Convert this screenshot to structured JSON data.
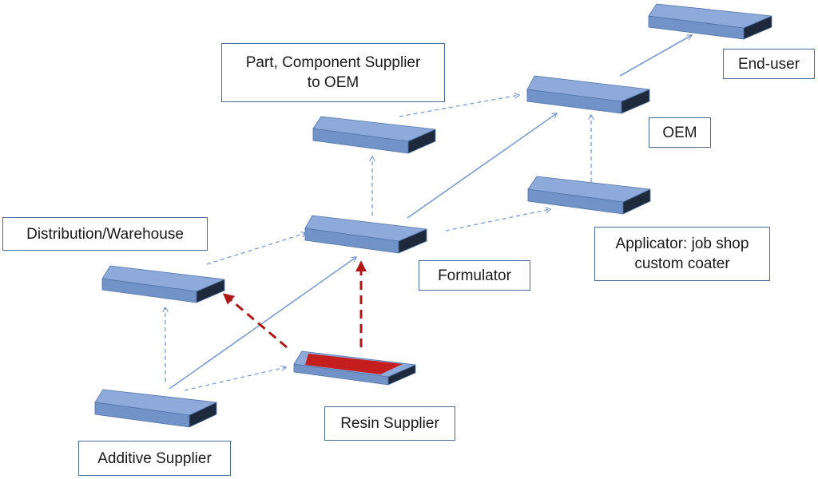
{
  "title": "",
  "colors": {
    "slab_top": "#8EAADB",
    "slab_front": "#7293C8",
    "slab_side": "#1E2A3C",
    "slab_edge": "#4F73A8",
    "resin_top": "#C41E1E",
    "arrow_solid": "#7C9BD0",
    "arrow_dashed": "#7C9BD0",
    "arrow_red": "#B01818",
    "label_border": "#4A6B9A"
  },
  "nodes": [
    {
      "id": "additive",
      "label": "Additive Supplier",
      "highlight": false
    },
    {
      "id": "resin",
      "label": "Resin Supplier",
      "highlight": true
    },
    {
      "id": "distribution",
      "label": "Distribution/Warehouse",
      "highlight": false
    },
    {
      "id": "formulator",
      "label": "Formulator",
      "highlight": false
    },
    {
      "id": "part",
      "label": "Part, Component Supplier\nto OEM",
      "highlight": false
    },
    {
      "id": "applicator",
      "label": "Applicator: job shop\ncustom coater",
      "highlight": false
    },
    {
      "id": "oem",
      "label": "OEM",
      "highlight": false
    },
    {
      "id": "enduser",
      "label": "End-user",
      "highlight": false
    }
  ],
  "edges": [
    {
      "from": "additive",
      "to": "formulator",
      "style": "solid"
    },
    {
      "from": "formulator",
      "to": "oem",
      "style": "solid"
    },
    {
      "from": "oem",
      "to": "enduser",
      "style": "solid"
    },
    {
      "from": "additive",
      "to": "distribution",
      "style": "dashed"
    },
    {
      "from": "additive",
      "to": "resin",
      "style": "dashed"
    },
    {
      "from": "distribution",
      "to": "formulator",
      "style": "dashed"
    },
    {
      "from": "formulator",
      "to": "part",
      "style": "dashed"
    },
    {
      "from": "part",
      "to": "oem",
      "style": "dashed"
    },
    {
      "from": "formulator",
      "to": "applicator",
      "style": "dashed"
    },
    {
      "from": "applicator",
      "to": "oem",
      "style": "dashed"
    },
    {
      "from": "resin",
      "to": "distribution",
      "style": "red-dashed"
    },
    {
      "from": "resin",
      "to": "formulator",
      "style": "red-dashed"
    }
  ]
}
